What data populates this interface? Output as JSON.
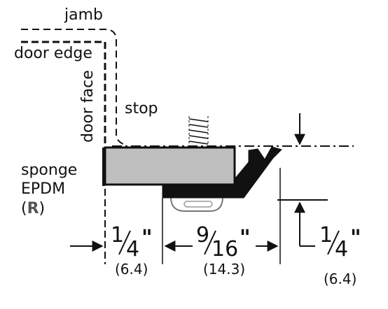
{
  "labels": {
    "jamb": "jamb",
    "door_edge": "door edge",
    "door_face": "door face",
    "stop": "stop",
    "sponge": "sponge",
    "material": "EPDM",
    "registered_open": "(",
    "registered_mark": "R",
    "registered_close": ")"
  },
  "dimensions": {
    "left": {
      "num": "1",
      "den": "4",
      "inch": "\"",
      "metric": "(6.4)"
    },
    "middle": {
      "num": "9",
      "den": "16",
      "inch": "\"",
      "metric": "(14.3)"
    },
    "right": {
      "num": "1",
      "den": "4",
      "inch": "\"",
      "metric": "(6.4)"
    }
  },
  "colors": {
    "line": "#111111",
    "sponge_fill": "#bfbfbf",
    "seal_fill": "#111111",
    "screw_fill": "#ffffff"
  }
}
